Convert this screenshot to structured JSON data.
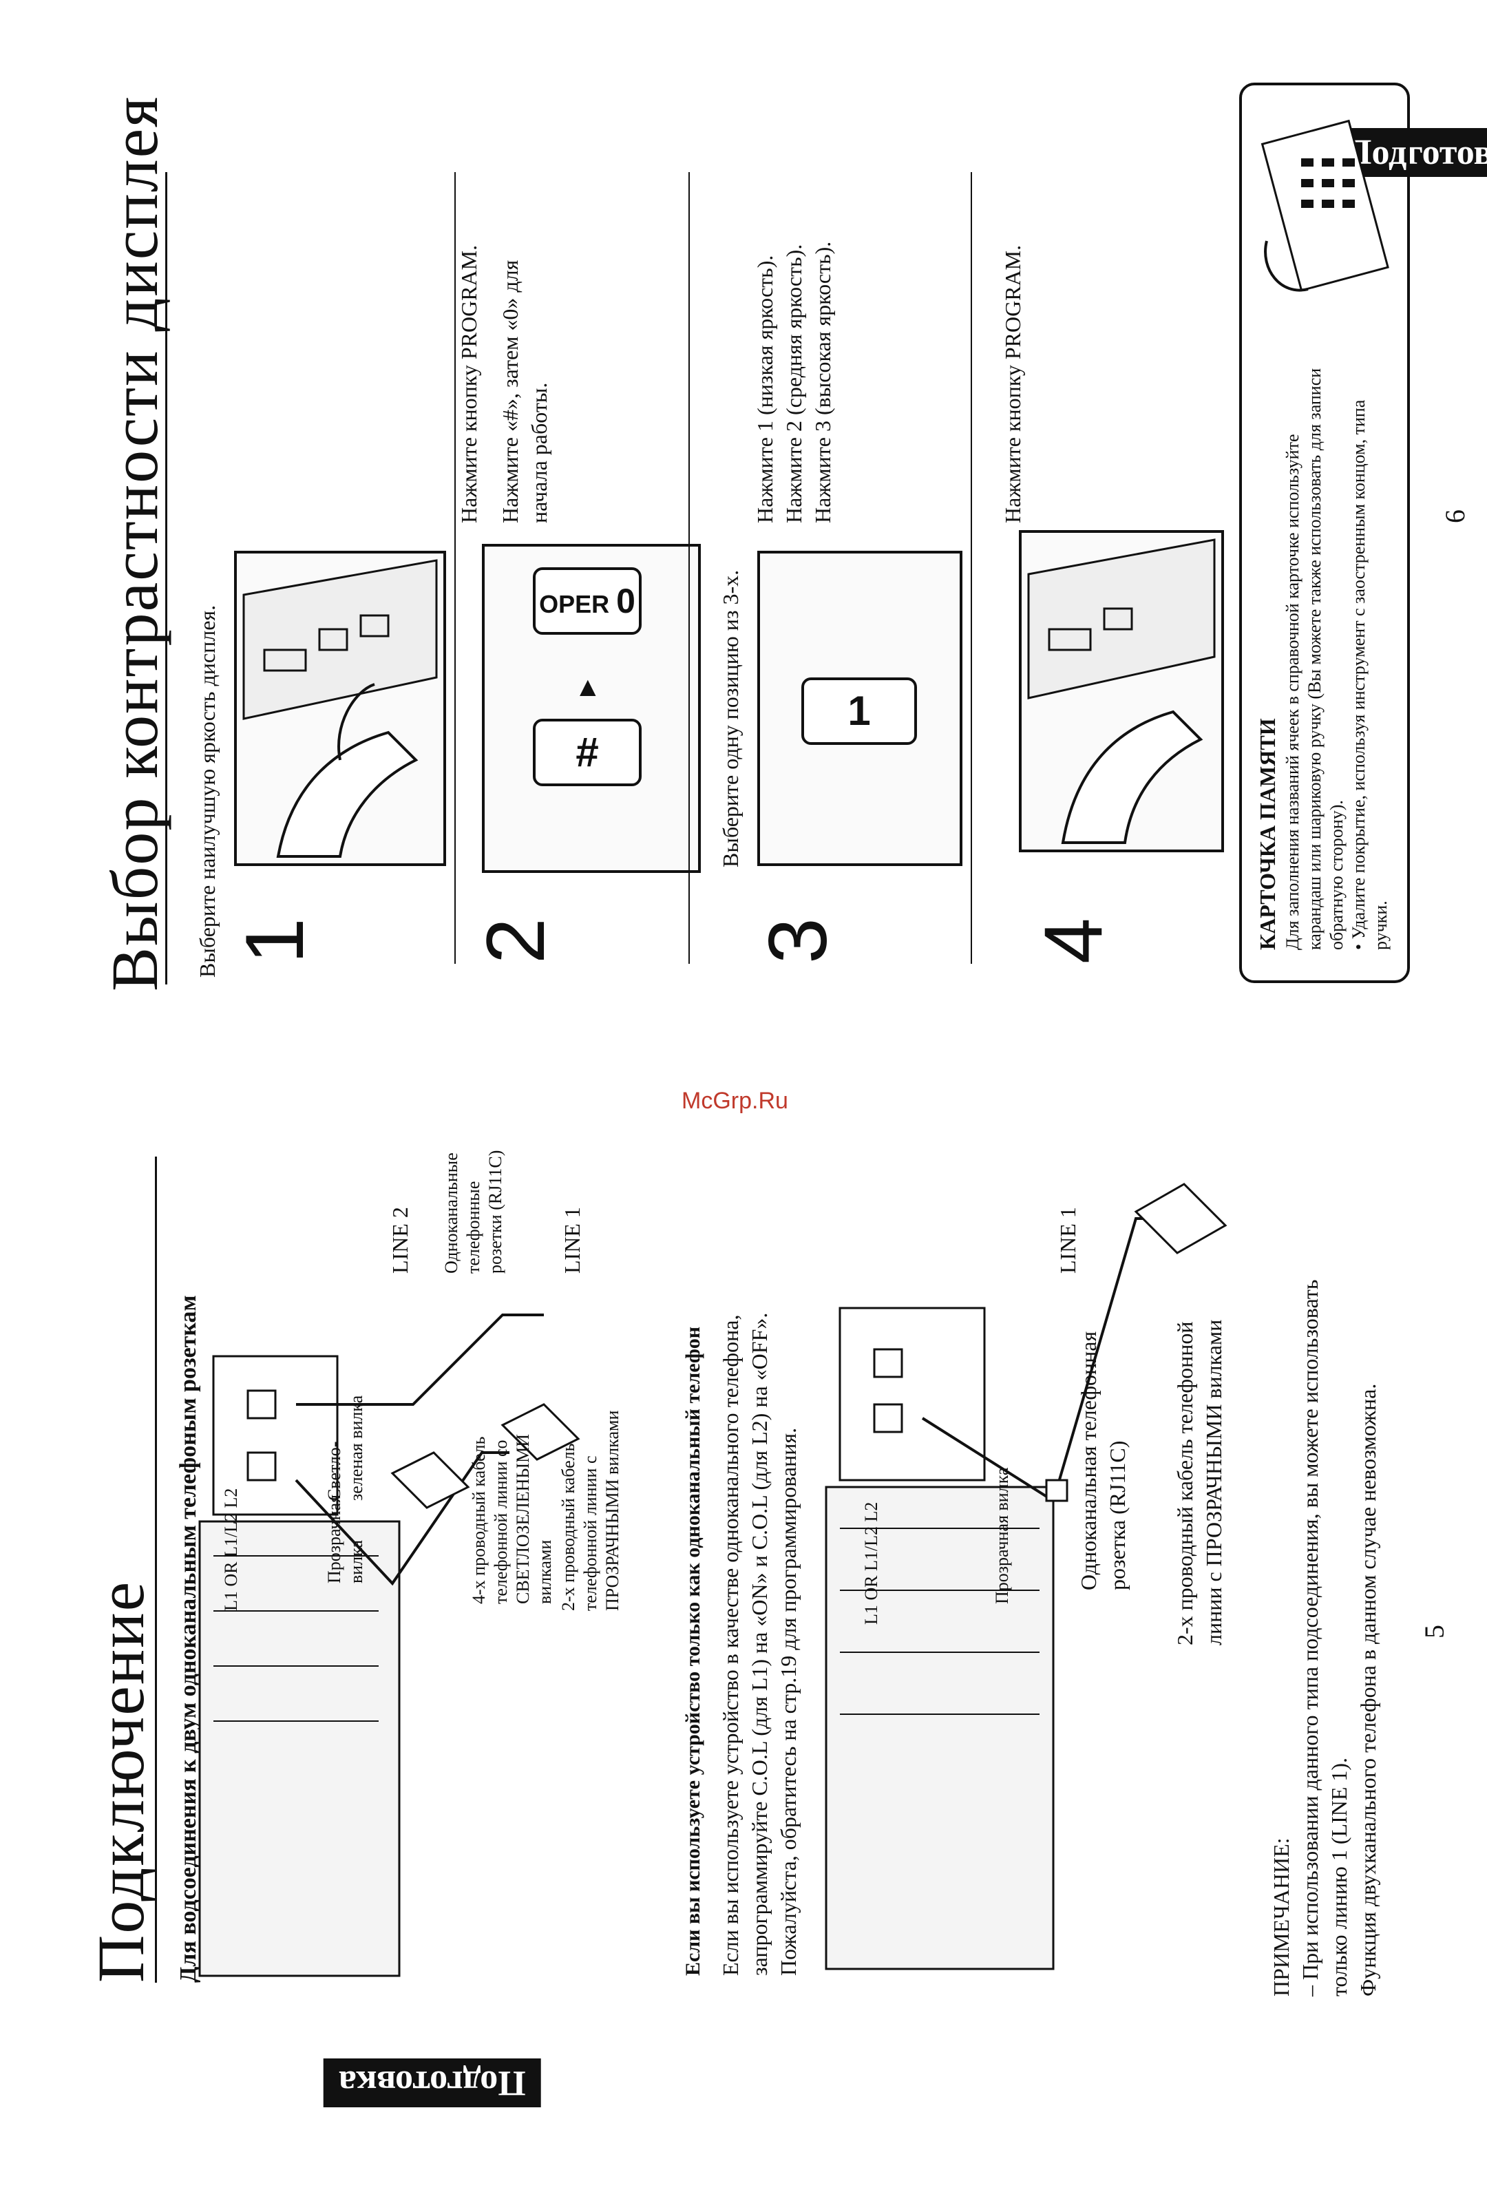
{
  "watermark": "McGrp.Ru",
  "left_page": {
    "badge": "Подготовка",
    "title": "Подключение",
    "subtitle": "Для водсоединения к двум одноканальным телефоным розеткам",
    "labels": {
      "l1_or_l1l2_l2": "L1 OR L1/L2 L2",
      "transparent_plug": "Прозрачная вилка",
      "light_green_plug": "Светло-зеленая вилка",
      "line2": "LINE 2",
      "single_channel_sockets": "Одноканальные телефонные розетки (RJ11C)",
      "line1": "LINE 1",
      "cable_4wire": "4-х проводный кабель телефонной линии со СВЕТЛОЗЕЛЕНЫМИ вилками",
      "cable_2wire": "2-х проводный кабель телефонной линии с ПРОЗРАЧНЫМИ вилками"
    },
    "single_section": {
      "heading": "Если вы используете устройство только как одноканальный телефон",
      "body": "Если вы используете устройство в качестве одноканального телефона, запрограммируйте C.O.L (для L1) на «ON» и C.O.L (для L2) на «OFF». Пожалуйста, обратитесь на стр.19 для программирования."
    },
    "diagram2": {
      "l_labels": "L1 OR L1/L2 L2",
      "transparent_plug": "Прозрачная вилка",
      "line1": "LINE 1",
      "socket": "Одноканальная телефонная розетка (RJ11C)",
      "cable": "2-х проводный кабель телефонной линии с ПРОЗРАЧНЫМИ вилками"
    },
    "note": {
      "heading": "ПРИМЕЧАНИЕ:",
      "line1": "– При использовании данного типа подсоединения, вы можете использовать только линию 1 (LINE 1).",
      "line2": "Функция двухканального телефона в данном случае невозможна."
    },
    "page_number": "5"
  },
  "right_page": {
    "badge": "Подготовка",
    "title": "Выбор контрастности дисплея",
    "intro": "Выберите наилучшую яркость дисплея.",
    "steps": [
      {
        "number": "1",
        "text": "Нажмите кнопку PROGRAM."
      },
      {
        "number": "2",
        "text": "Нажмите «#», затем «0» для начала работы.",
        "key1": "#",
        "key2_label": "OPER",
        "key2": "0"
      },
      {
        "number": "3",
        "intro": "Выберите одну позицию из 3-х.",
        "text": "Нажмите 1 (низкая яркость).\nНажмите 2 (средняя яркость).\nНажмите 3 (высокая яркость).",
        "key": "1"
      },
      {
        "number": "4",
        "text": "Нажмите кнопку PROGRAM."
      }
    ],
    "memory_card": {
      "heading": "КАРТОЧКА ПАМЯТИ",
      "body": "Для заполнения названий ячеек в справочной карточке используйте карандаш или шариковую ручку (Вы можете также использовать для записи обратную сторону).",
      "bullet": "• Удалите покрытие, используя инструмент с заостренным концом, типа ручки."
    },
    "page_number": "6"
  }
}
